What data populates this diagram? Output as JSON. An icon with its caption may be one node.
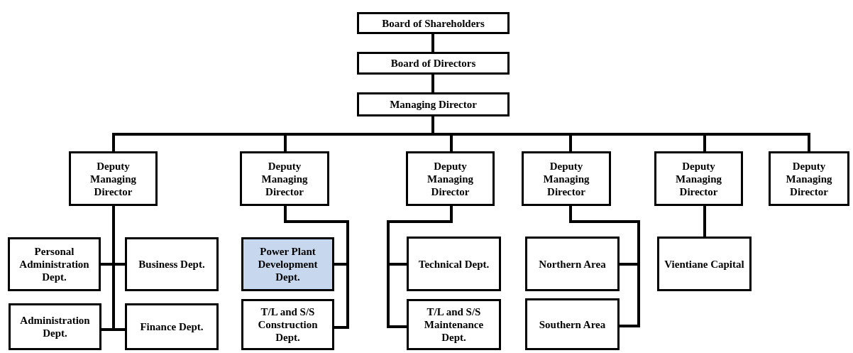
{
  "diagram": {
    "nodes": [
      {
        "text": [
          "Board of Shareholders"
        ]
      },
      {
        "text": [
          "Board of Directors"
        ]
      },
      {
        "text": [
          "Managing Director"
        ]
      },
      {
        "text": [
          "Deputy Managing Director"
        ]
      },
      {
        "text": [
          "Deputy Managing Director"
        ]
      },
      {
        "text": [
          "Deputy Managing Director"
        ]
      },
      {
        "text": [
          "Deputy Managing Director"
        ]
      },
      {
        "text": [
          "Deputy Managing Director"
        ]
      },
      {
        "text": [
          "Deputy Managing Director"
        ]
      },
      {
        "text": [
          "Personal Administration Dept."
        ]
      },
      {
        "text": [
          "Business Dept."
        ]
      },
      {
        "text": [
          "Administration Dept."
        ]
      },
      {
        "text": [
          "Finance Dept."
        ]
      },
      {
        "text": [
          "Power Plant Development Dept."
        ]
      },
      {
        "text": [
          "T/L and S/S Construction Dept."
        ]
      },
      {
        "text": [
          "Technical Dept."
        ]
      },
      {
        "text": [
          "T/L and S/S Maintenance Dept."
        ]
      },
      {
        "text": [
          "Northern Area"
        ]
      },
      {
        "text": [
          "Southern Area"
        ]
      },
      {
        "text": [
          "Vientiane Capital"
        ]
      }
    ],
    "edges": [
      {
        "from": 0,
        "to": 1,
        "arrow": "none"
      },
      {
        "from": 1,
        "to": 2,
        "arrow": "none"
      },
      {
        "from": 2,
        "to": 3,
        "arrow": "none"
      },
      {
        "from": 2,
        "to": 4,
        "arrow": "none"
      },
      {
        "from": 2,
        "to": 5,
        "arrow": "none"
      },
      {
        "from": 2,
        "to": 6,
        "arrow": "none"
      },
      {
        "from": 2,
        "to": 7,
        "arrow": "none"
      },
      {
        "from": 2,
        "to": 8,
        "arrow": "none"
      },
      {
        "from": 3,
        "to": 9,
        "arrow": "none"
      },
      {
        "from": 3,
        "to": 10,
        "arrow": "none"
      },
      {
        "from": 3,
        "to": 11,
        "arrow": "none"
      },
      {
        "from": 3,
        "to": 12,
        "arrow": "none"
      },
      {
        "from": 4,
        "to": 13,
        "arrow": "none"
      },
      {
        "from": 4,
        "to": 14,
        "arrow": "none"
      },
      {
        "from": 5,
        "to": 15,
        "arrow": "none"
      },
      {
        "from": 5,
        "to": 16,
        "arrow": "none"
      },
      {
        "from": 6,
        "to": 17,
        "arrow": "none"
      },
      {
        "from": 6,
        "to": 18,
        "arrow": "none"
      },
      {
        "from": 7,
        "to": 19,
        "arrow": "none"
      }
    ]
  }
}
